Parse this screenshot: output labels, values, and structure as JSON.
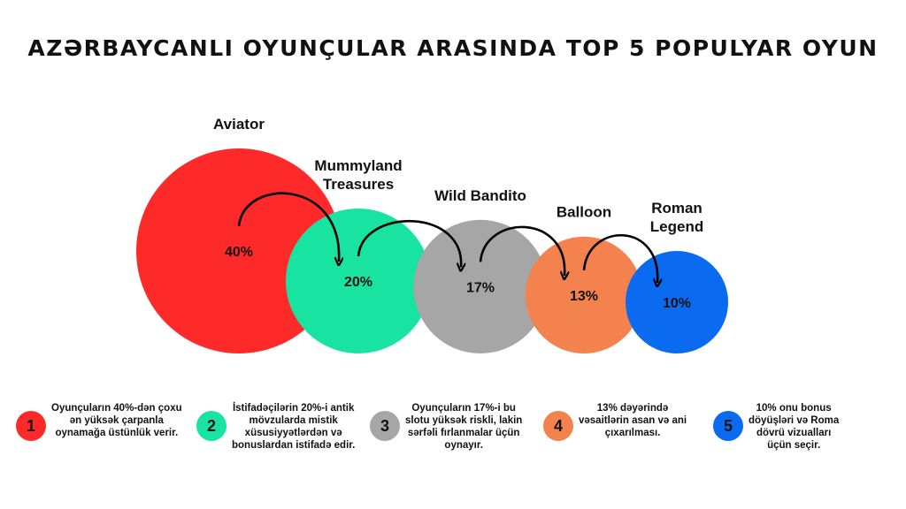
{
  "title": "AZƏRBAYCANLI OYUNÇULAR ARASINDA TOP 5 POPULYAR OYUN",
  "chart_data": {
    "type": "bubble",
    "categories": [
      "Aviator",
      "Mummyland Treasures",
      "Wild Bandito",
      "Balloon",
      "Roman Legend"
    ],
    "values": [
      40,
      20,
      17,
      13,
      10
    ],
    "value_labels": [
      "40%",
      "20%",
      "17%",
      "13%",
      "10%"
    ],
    "label_lines": [
      [
        "Aviator"
      ],
      [
        "Mummyland",
        "Treasures"
      ],
      [
        "Wild Bandito"
      ],
      [
        "Balloon"
      ],
      [
        "Roman",
        "Legend"
      ]
    ],
    "colors": [
      "#fe2a2a",
      "#19e3a0",
      "#a6a6a6",
      "#f4824e",
      "#0b6bf0"
    ],
    "unit": "%"
  },
  "legend": [
    {
      "number": "1",
      "lines": [
        "Oyunçuların 40%-dən çoxu",
        "ən yüksək çarpanla",
        "oynamağa üstünlük verir."
      ]
    },
    {
      "number": "2",
      "lines": [
        "İstifadəçilərin 20%-i antik",
        "mövzularda mistik",
        "xüsusiyyətlərdən və",
        "bonuslardan istifadə edir."
      ]
    },
    {
      "number": "3",
      "lines": [
        "Oyunçuların 17%-i bu",
        "slotu yüksək riskli, lakin",
        "sərfəli fırlanmalar üçün",
        "oynayır."
      ]
    },
    {
      "number": "4",
      "lines": [
        "13% dəyərində",
        "vəsaitlərin asan və ani",
        "çıxarılması."
      ]
    },
    {
      "number": "5",
      "lines": [
        "10% onu bonus",
        "döyüşləri və Roma",
        "dövrü vizualları",
        "üçün seçir."
      ]
    }
  ]
}
